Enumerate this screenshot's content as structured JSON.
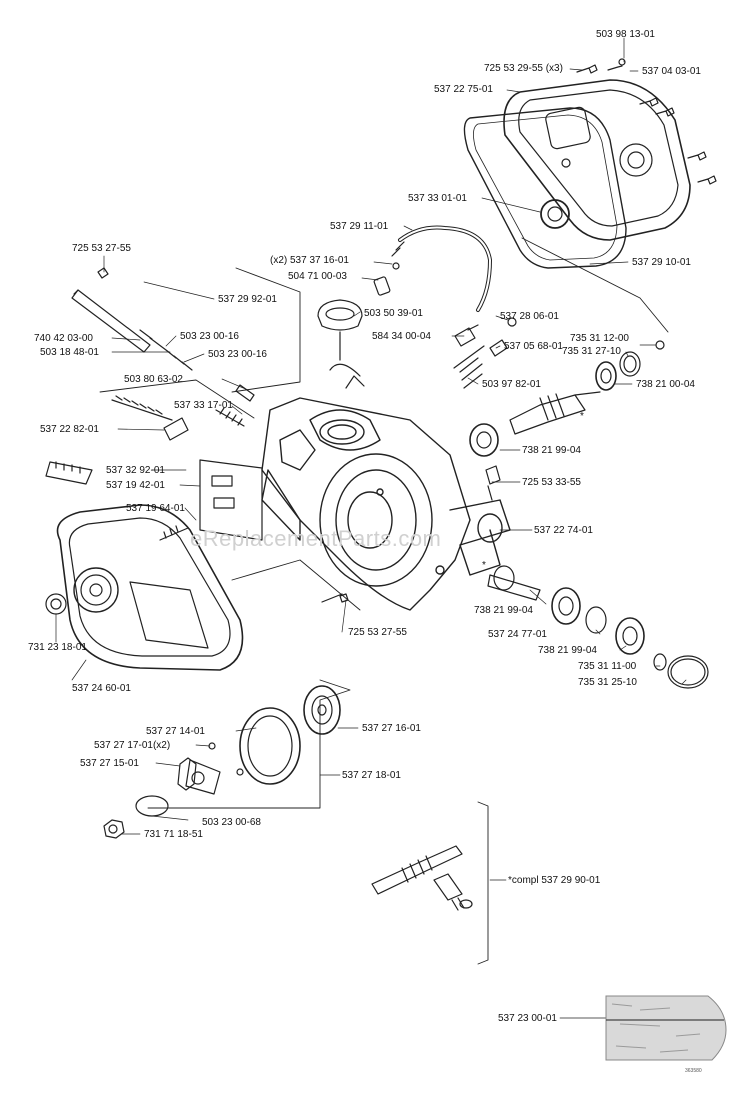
{
  "watermark": "eReplacementParts.com",
  "labels": {
    "p503981301": "503 98 13-01",
    "p7255329x3": "725 53 29-55 (x3)",
    "p537040301": "537 04 03-01",
    "p537227501": "537 22 75-01",
    "p537330101": "537 33 01-01",
    "p537291101": "537 29 11-01",
    "p537291001": "537 29 10-01",
    "p725532755a": "725 53 27-55",
    "x2_537371601": "(x2) 537 37 16-01",
    "p504710003": "504 71 00-03",
    "p537299201": "537 29 92-01",
    "p503503901": "503 50 39-01",
    "p537280601": "537 28 06-01",
    "p740420300": "740 42 03-00",
    "p503230016a": "503 23 00-16",
    "p503184801": "503 18 48-01",
    "p503230016b": "503 23 00-16",
    "p584340004": "584 34 00-04",
    "p537056801": "537 05 68-01",
    "p735311200": "735 31 12-00",
    "p735312710": "735 31 27-10",
    "p503806302": "503 80 63-02",
    "p503978201": "503 97 82-01",
    "p738210004": "738 21 00-04",
    "p537331701": "537 33 17-01",
    "p537228201": "537 22 82-01",
    "p738219904a": "738 21 99-04",
    "p537329201": "537 32 92-01",
    "p537194201": "537 19 42-01",
    "p725533355": "725 53 33-55",
    "p537196401": "537 19 64-01",
    "p537227401": "537 22 74-01",
    "p738219904b": "738 21 99-04",
    "p725532755b": "725 53 27-55",
    "p537247701": "537 24 77-01",
    "p731231801": "731 23 18-01",
    "p738219904c": "738 21 99-04",
    "p735311100": "735 31 11-00",
    "p537246001": "537 24 60-01",
    "p735312510": "735 31 25-10",
    "p537271401": "537 27 14-01",
    "p537271601": "537 27 16-01",
    "p537271701x2": "537 27 17-01(x2)",
    "p537271501": "537 27 15-01",
    "p537271801": "537 27 18-01",
    "p503230068": "503 23 00-68",
    "p731711851": "731 71 18-51",
    "compl537299001": "*compl 537 29 90-01",
    "p537230001": "537 23 00-01",
    "star_a": "*",
    "star_b": "*"
  },
  "drawing_code": "363580"
}
